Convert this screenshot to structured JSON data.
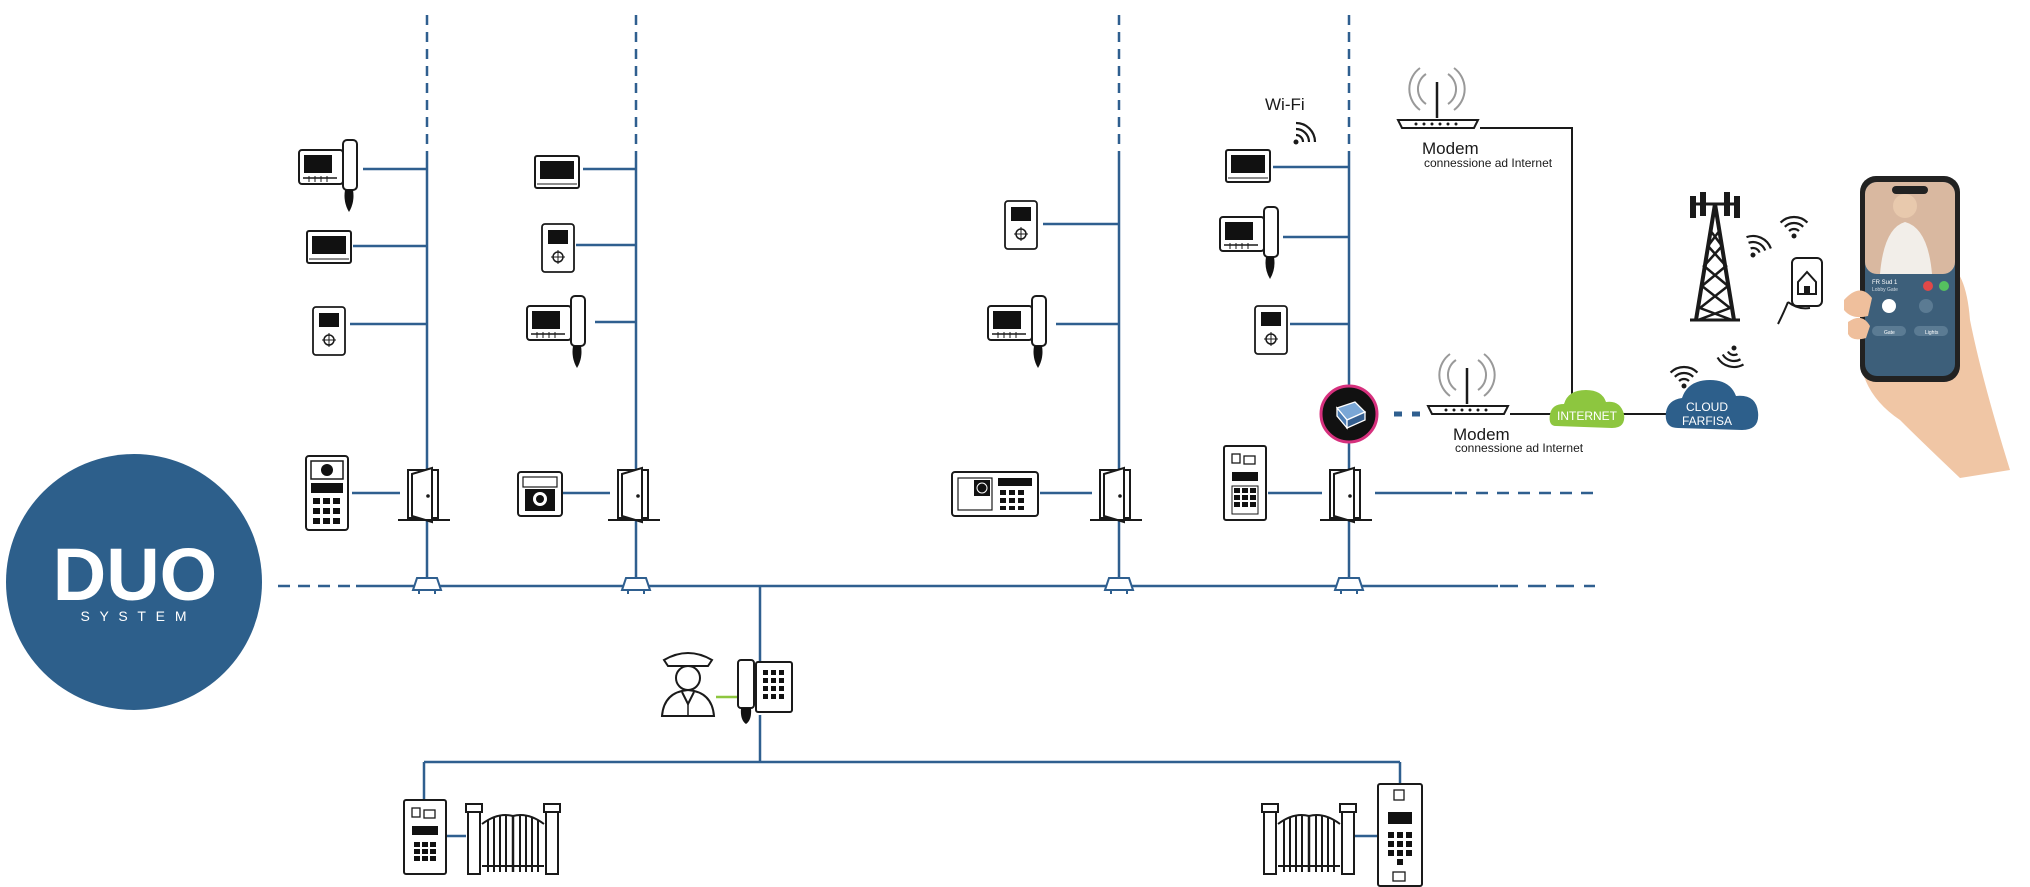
{
  "logo": {
    "brand": "DUO",
    "sub": "S Y S T E M"
  },
  "labels": {
    "wifi": "Wi-Fi",
    "modem_top_title": "Modem",
    "modem_top_sub": "connessione ad Internet",
    "modem_bottom_title": "Modem",
    "modem_bottom_sub": "connessione ad Internet",
    "internet": "INTERNET",
    "cloud_line1": "CLOUD",
    "cloud_line2": "FARFISA"
  },
  "phone_app": {
    "caller": "FR Sud 1",
    "sub": "Lobby Gate",
    "btn_left": "Gate",
    "btn_right": "Lights"
  },
  "colors": {
    "bus": "#2f5f8f",
    "logo": "#2d5f8b",
    "internet": "#8dc63f",
    "cloud": "#2d5f8b",
    "device": "#1a1a1a",
    "link": "#8dc63f"
  },
  "icons": [
    "intercom-handset-monitor-icon",
    "video-monitor-icon",
    "audio-handsfree-icon",
    "outdoor-keypad-panel-icon",
    "door-icon",
    "bus-distributor-icon",
    "concierge-icon",
    "switchboard-icon",
    "gate-icon",
    "modem-router-icon",
    "wifi-icon",
    "cell-tower-icon",
    "smart-home-phone-icon",
    "wifi-gateway-icon",
    "smartphone-hand-icon"
  ]
}
